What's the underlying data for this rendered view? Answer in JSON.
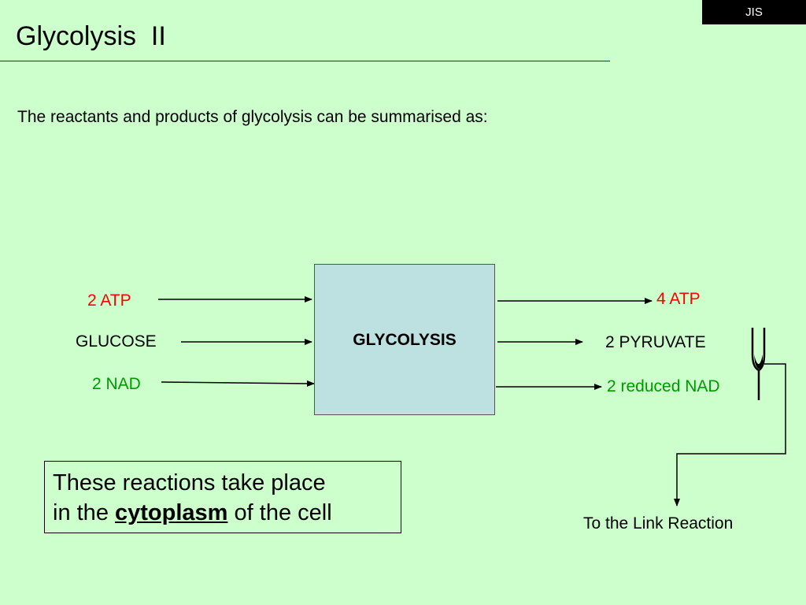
{
  "badge": "JIS",
  "title": "Glycolysis  II",
  "intro": "The reactants and products of glycolysis can be summarised as:",
  "diagram": {
    "process": "GLYCOLYSIS",
    "inputs": {
      "atp": "2 ATP",
      "glucose": "GLUCOSE",
      "nad": "2 NAD"
    },
    "outputs": {
      "atp": "4 ATP",
      "pyruvate": "2 PYRUVATE",
      "reduced_nad": "2 reduced NAD"
    },
    "destination": "To the Link Reaction"
  },
  "note": {
    "line1": "These reactions take place",
    "line2_prefix": "in the",
    "line2_emphasis": "cytoplasm",
    "line2_suffix": "of the cell"
  },
  "colors": {
    "background": "#ccffcc",
    "atp": "#ff0000",
    "nad": "#009900",
    "process_box": "#bde0e0"
  }
}
